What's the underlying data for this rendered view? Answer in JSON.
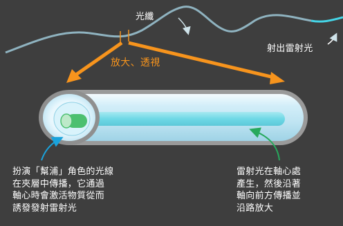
{
  "labels": {
    "fiber": "光纖",
    "laser_out": "射出雷射光",
    "magnify": "放大、透視",
    "pump_text": "扮演「幫浦」角色的光線\n在夾層中傳播，它通過\n軸心時會激活物質從而\n誘發發射雷射光",
    "core_text": "雷射光在軸心處\n產生，然後沿著\n軸向前方傳播並\n沿路放大"
  },
  "colors": {
    "background": "#3e3e3e",
    "fiber": "#8fb3c0",
    "laser": "#45d6e8",
    "arrow_orange": "#f7941d",
    "cladding": "#bfe4f2",
    "core": "#76d9e6",
    "inner_core": "#4cc070",
    "pump_arrow": "#1aa3dc",
    "core_arrow": "#27a95d"
  }
}
